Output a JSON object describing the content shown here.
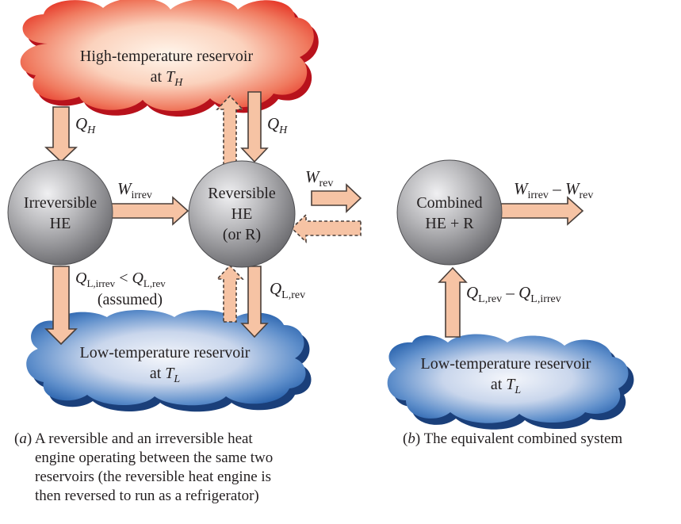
{
  "high_reservoir": {
    "line1": "High-temperature reservoir",
    "line2_prefix": "at ",
    "line2_var": "T",
    "line2_sub": "H"
  },
  "low_reservoir_a": {
    "line1": "Low-temperature reservoir",
    "line2_prefix": "at ",
    "line2_var": "T",
    "line2_sub": "L"
  },
  "low_reservoir_b": {
    "line1": "Low-temperature reservoir",
    "line2_prefix": "at ",
    "line2_var": "T",
    "line2_sub": "L"
  },
  "irreversible_engine": {
    "line1": "Irreversible",
    "line2": "HE"
  },
  "reversible_engine": {
    "line1": "Reversible",
    "line2": "HE",
    "line3": "(or R)"
  },
  "combined_engine": {
    "line1": "Combined",
    "line2": "HE + R"
  },
  "labels": {
    "qh_left": {
      "var": "Q",
      "sub": "H"
    },
    "qh_right": {
      "var": "Q",
      "sub": "H"
    },
    "w_irrev": {
      "var": "W",
      "sub": "irrev"
    },
    "w_rev": {
      "var": "W",
      "sub": "rev"
    },
    "ql_compare": {
      "var1": "Q",
      "sub1": "L,irrev",
      "op": " < ",
      "var2": "Q",
      "sub2": "L,rev"
    },
    "assumed": "(assumed)",
    "ql_rev": {
      "var": "Q",
      "sub": "L,rev"
    },
    "w_net": {
      "var1": "W",
      "sub1": "irrev",
      "op": " – ",
      "var2": "W",
      "sub2": "rev"
    },
    "ql_net": {
      "var1": "Q",
      "sub1": "L,rev",
      "op": " – ",
      "var2": "Q",
      "sub2": "L,irrev"
    }
  },
  "captions": {
    "a_label": "a",
    "a_line1": " A reversible and an irreversible heat",
    "a_line2": "engine operating between the same two",
    "a_line3": "reservoirs (the reversible heat engine is",
    "a_line4": "then reversed to run as a refrigerator)",
    "b_label": "b",
    "b_text": " The equivalent combined system"
  },
  "colors": {
    "arrow_fill": "#f6c3a4",
    "arrow_stroke": "#4a3f3a",
    "hot_cloud": "#ef4a3a",
    "cold_cloud": "#2f6fb5",
    "engine": "#8a8a8d"
  }
}
